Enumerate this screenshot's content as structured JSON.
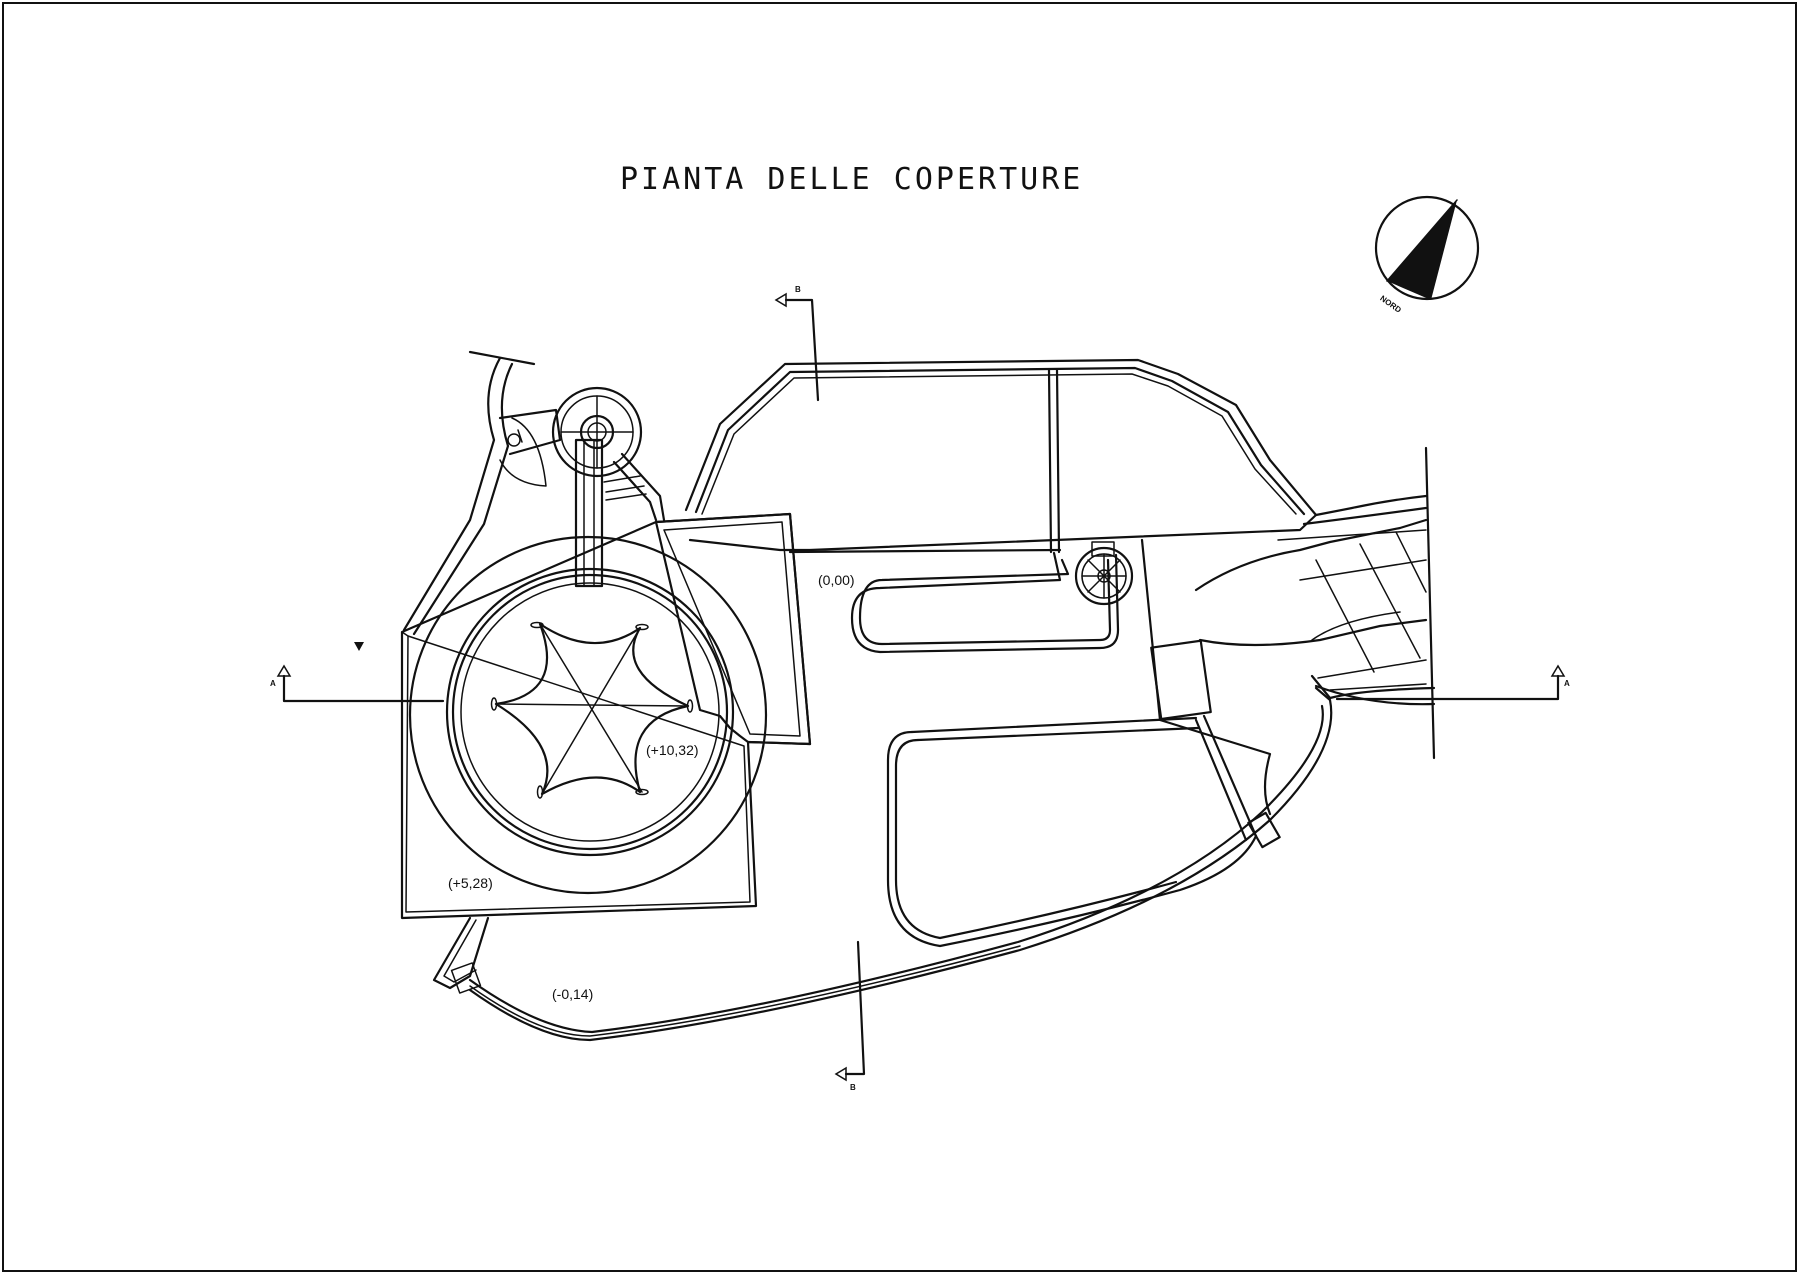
{
  "title": "PIANTA DELLE COPERTURE",
  "north_label": "NORD",
  "elevations": {
    "ground": "(0,00)",
    "tower_top": "(+10,32)",
    "platform": "(+5,28)",
    "lower": "(-0,14)"
  },
  "section_marks": {
    "section_a": "A",
    "section_b": "B"
  },
  "colors": {
    "ink": "#111111",
    "paper": "#ffffff"
  }
}
